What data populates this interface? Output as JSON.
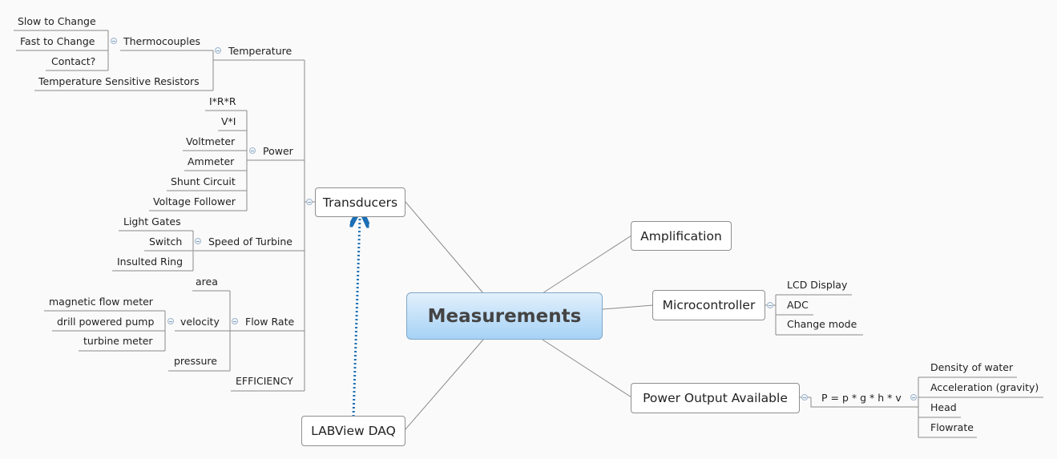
{
  "central": "Measurements",
  "transducers": {
    "label": "Transducers",
    "temperature": {
      "label": "Temperature",
      "thermocouples": {
        "label": "Thermocouples",
        "items": [
          "Slow to Change",
          "Fast to Change",
          "Contact?"
        ]
      },
      "resistors": "Temperature Sensitive Resistors"
    },
    "power": {
      "label": "Power",
      "items": [
        "I*R*R",
        "V*I",
        "Voltmeter",
        "Ammeter",
        "Shunt Circuit",
        "Voltage Follower"
      ]
    },
    "speed": {
      "label": "Speed of Turbine",
      "items": [
        "Light Gates",
        "Switch",
        "Insulted Ring"
      ]
    },
    "flow_rate": {
      "label": "Flow Rate",
      "area": "area",
      "velocity": {
        "label": "velocity",
        "items": [
          "magnetic flow meter",
          "drill powered pump",
          "turbine meter"
        ]
      },
      "pressure": "pressure"
    },
    "efficiency": "EFFICIENCY"
  },
  "amplification": "Amplification",
  "microcontroller": {
    "label": "Microcontroller",
    "items": [
      "LCD Display",
      "ADC",
      "Change mode"
    ]
  },
  "power_output": {
    "label": "Power Output Available",
    "formula": {
      "label": "P = p * g * h * v",
      "items": [
        "Density of water",
        "Acceleration (gravity)",
        "Head",
        "Flowrate"
      ]
    }
  },
  "labview": "LABView DAQ",
  "colors": {
    "relationship": "#1a6fb5",
    "central_top": "#e2f0fc",
    "central_bottom": "#a6d2f5"
  }
}
